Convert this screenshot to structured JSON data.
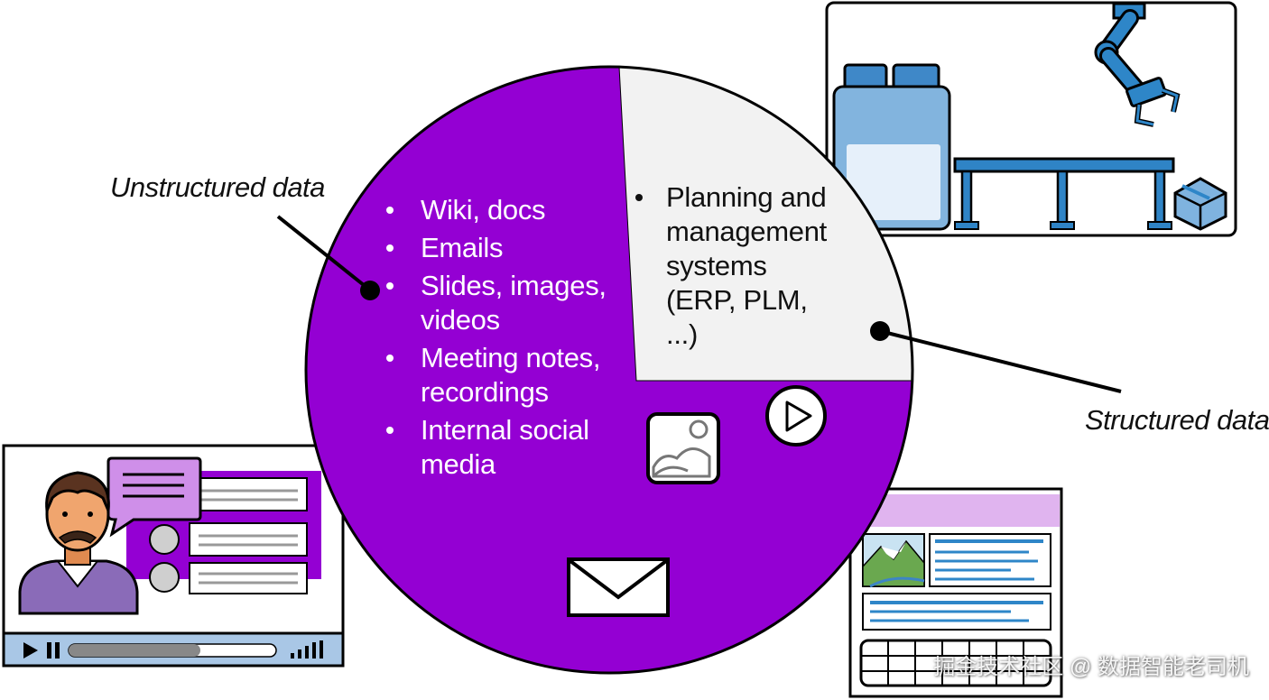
{
  "labels": {
    "unstructured": "Unstructured data",
    "structured": "Structured data"
  },
  "unstructured_items": [
    "Wiki, docs",
    "Emails",
    "Slides, images, videos",
    "Meeting notes, recordings",
    "Internal social media"
  ],
  "structured_items": [
    "Planning and management systems (ERP, PLM, ...)"
  ],
  "watermark": "掘金技术社区 @ 数据智能老司机",
  "colors": {
    "unstructured_fill": "#9400d3",
    "structured_fill": "#f2f2f2",
    "machine_blue": "#2e86c8",
    "light_purple": "#e0b4ef",
    "skin": "#f0a56e",
    "shirt": "#8a6bb8"
  },
  "icons": [
    "image-icon",
    "play-icon",
    "envelope-icon",
    "robot-arm-icon",
    "box-icon",
    "person-icon",
    "chat-bubble-icon",
    "video-controls-icon",
    "landscape-icon"
  ]
}
